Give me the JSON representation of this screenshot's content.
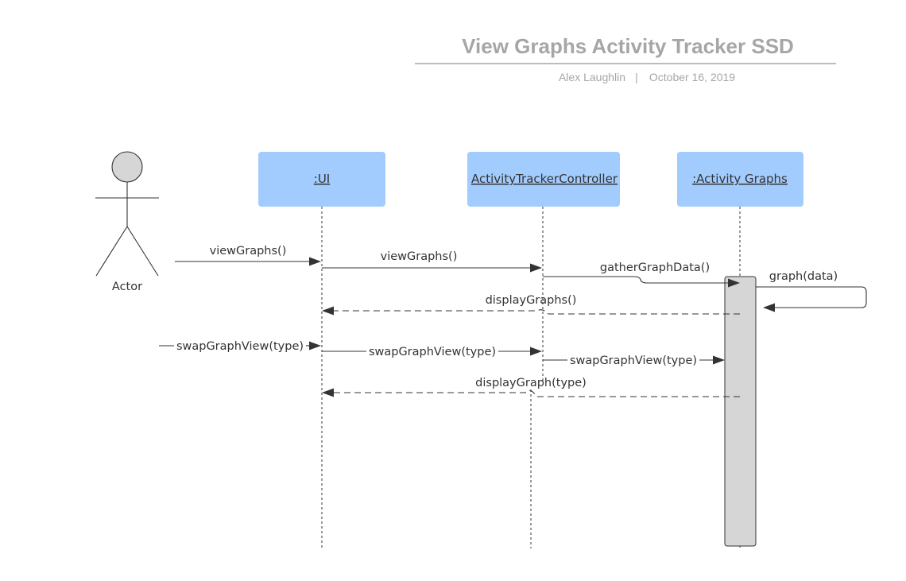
{
  "header": {
    "title": "View Graphs Activity Tracker SSD",
    "author": "Alex Laughlin",
    "separator": "|",
    "date": "October 16, 2019"
  },
  "actor": {
    "label": "Actor"
  },
  "participants": [
    {
      "id": "ui",
      "label": ":UI"
    },
    {
      "id": "controller",
      "label": "ActivityTrackerController"
    },
    {
      "id": "graphs",
      "label": ":Activity Graphs"
    }
  ],
  "messages": [
    {
      "id": "m1",
      "from": "actor",
      "to": "ui",
      "label": "viewGraphs()",
      "kind": "call"
    },
    {
      "id": "m2",
      "from": "ui",
      "to": "controller",
      "label": "viewGraphs()",
      "kind": "call"
    },
    {
      "id": "m3",
      "from": "controller",
      "to": "graphs",
      "label": "gatherGraphData()",
      "kind": "call"
    },
    {
      "id": "m4",
      "from": "graphs",
      "to": "graphs",
      "label": "graph(data)",
      "kind": "self"
    },
    {
      "id": "m5",
      "from": "graphs",
      "to": "ui",
      "label": "displayGraphs()",
      "kind": "return"
    },
    {
      "id": "m6",
      "from": "actor",
      "to": "ui",
      "label": "swapGraphView(type)",
      "kind": "call"
    },
    {
      "id": "m7",
      "from": "ui",
      "to": "controller",
      "label": "swapGraphView(type)",
      "kind": "call"
    },
    {
      "id": "m8",
      "from": "controller",
      "to": "graphs",
      "label": "swapGraphView(type)",
      "kind": "call"
    },
    {
      "id": "m9",
      "from": "graphs",
      "to": "ui",
      "label": "displayGraph(type)",
      "kind": "return"
    }
  ]
}
